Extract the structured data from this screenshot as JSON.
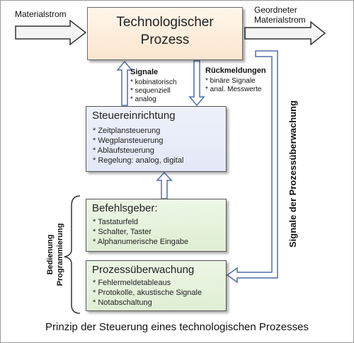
{
  "diagram": {
    "materialstrom_label": "Materialstrom",
    "output_label_line1": "Geordneter",
    "output_label_line2": "Materialstrom",
    "technologischer_prozess": {
      "line1": "Technologischer",
      "line2": "Prozess"
    },
    "signale": {
      "title": "Signale",
      "items": [
        "* kobinatorisch",
        "* sequenziell",
        "* analog"
      ]
    },
    "rueckmeldungen": {
      "title": "Rückmeldungen",
      "items": [
        "* binäre Signale",
        "* anal. Messwerte"
      ]
    },
    "steuereinrichtung": {
      "title": "Steuereinrichtung",
      "items": [
        "* Zeitplansteuerung",
        "* Wegplansteuerung",
        "* Ablaufsteuerung",
        "* Regelung: analog, digital"
      ]
    },
    "befehlsgeber": {
      "title": "Befehlsgeber:",
      "items": [
        "* Tastaturfeld",
        "* Schalter, Taster",
        "* Alphanumerische Eingabe"
      ]
    },
    "prozessueberwachung": {
      "title": "Prozessüberwachung",
      "items": [
        "* Fehlermeldetableaus",
        "* Protokolle,  akustische Signale",
        "* Notabschaltung"
      ]
    },
    "signale_prozessueberwachung": "Signale der Prozessüberwachung",
    "bedienung_line1": "Bedienung",
    "bedienung_line2": "Programmierung",
    "caption": "Prinzip der Steuerung eines technologischen Prozesses"
  },
  "colors": {
    "process_box": "#fbe6cf",
    "control_box": "#e3e8f7",
    "input_boxes": "#dfeed4",
    "arrow_fill": "#ffffff",
    "arrow_stroke": "#4f6fa8",
    "material_arrow_stroke": "#333333"
  }
}
